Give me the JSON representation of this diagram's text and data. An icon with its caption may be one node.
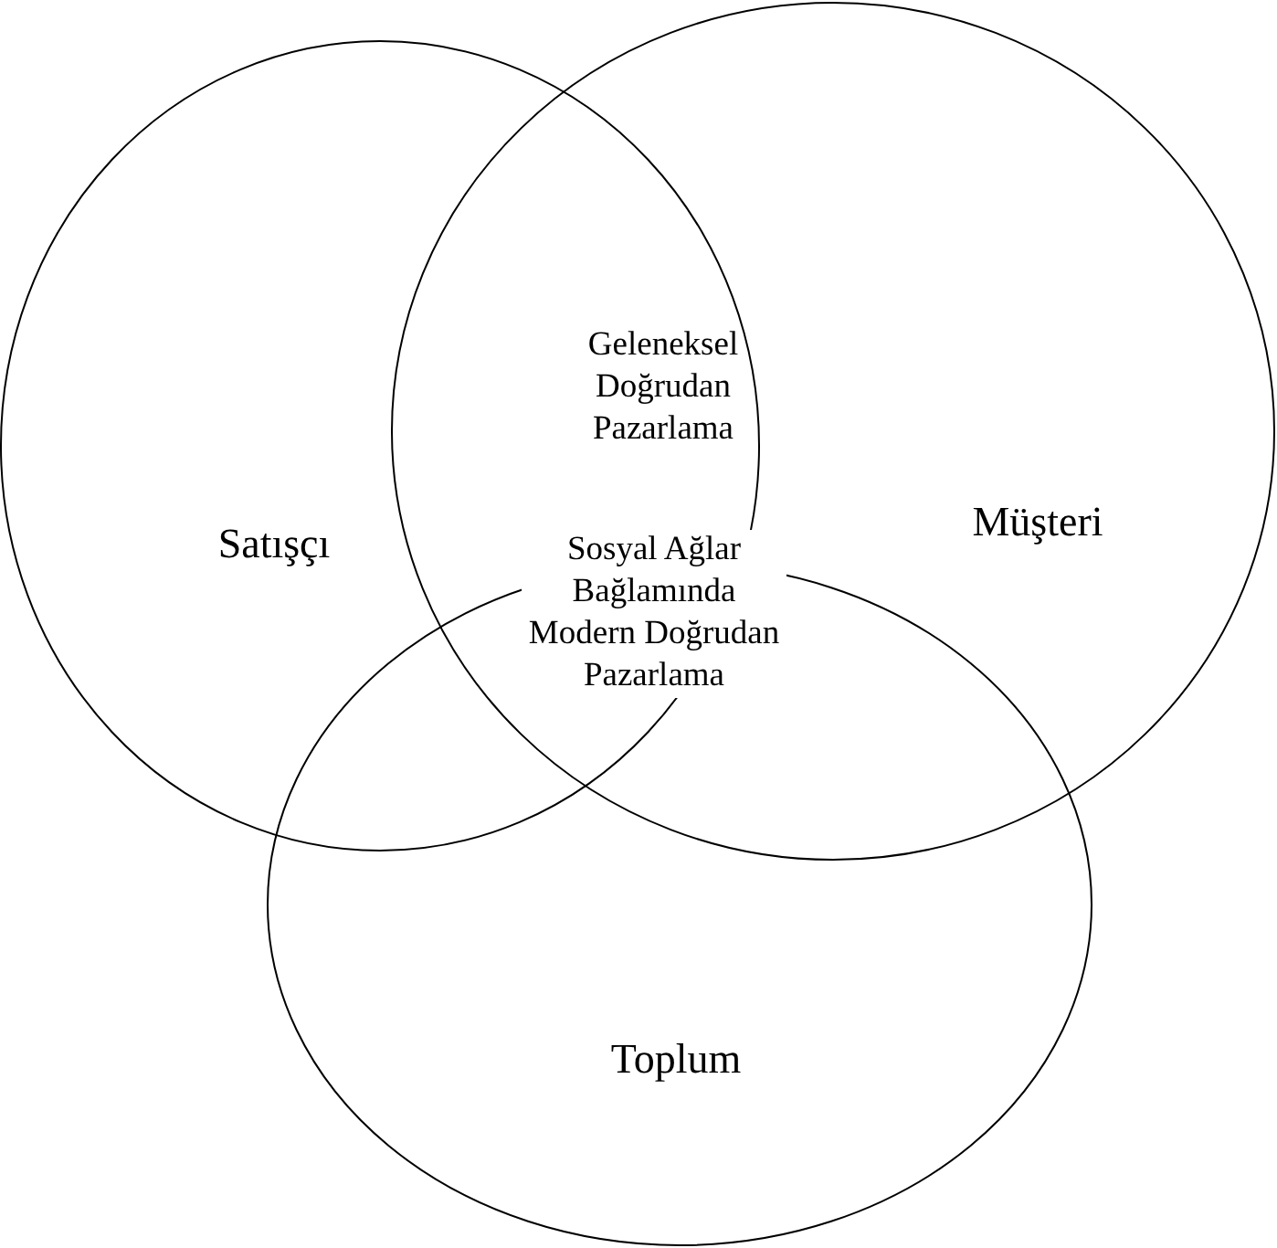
{
  "diagram": {
    "nodes": [
      {
        "text": [
          "Satışçı"
        ]
      },
      {
        "text": [
          "Müşteri"
        ]
      },
      {
        "text": [
          "Toplum"
        ]
      }
    ],
    "labels": [
      "Geleneksel Doğrudan Pazarlama",
      "Sosyal Ağlar Bağlamında Modern Doğrudan Pazarlama"
    ]
  }
}
